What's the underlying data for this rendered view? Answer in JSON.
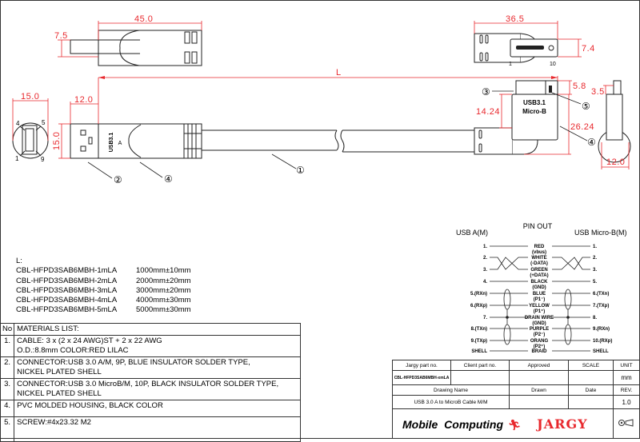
{
  "dimensions": {
    "a_len": "45.0",
    "a_plug_h": "7.5",
    "a_face_w": "15.0",
    "a_plug_len": "12.0",
    "a_h": "15.0",
    "b_len": "36.5",
    "b_plug_h": "7.4",
    "b_tip": "5.8",
    "b_body": "14.24",
    "b_total": "26.24",
    "b_side_tip": "3.5",
    "b_side_w": "12.0",
    "cable_len": "L"
  },
  "face_pins": {
    "p4": "4",
    "p5": "5",
    "p1": "1",
    "p9": "9",
    "mb1": "1",
    "mb10": "10"
  },
  "connector_marks": {
    "a_logo": "USB3.1",
    "a_type": "A",
    "b_logo": "USB3.1",
    "b_type": "Micro-B"
  },
  "balloons": {
    "cable": "①",
    "conn_a": "②",
    "housing_a": "④",
    "conn_b": "③",
    "screw": "⑤",
    "housing_b": "④"
  },
  "lengths": {
    "label": "L:",
    "items": [
      {
        "part": "CBL-HFPD3SAB6MBH-1mLA",
        "length": "1000mm±10mm"
      },
      {
        "part": "CBL-HFPD3SAB6MBH-2mLA",
        "length": "2000mm±20mm"
      },
      {
        "part": "CBL-HFPD3SAB6MBH-3mLA",
        "length": "3000mm±20mm"
      },
      {
        "part": "CBL-HFPD3SAB6MBH-4mLA",
        "length": "4000mm±30mm"
      },
      {
        "part": "CBL-HFPD3SAB6MBH-5mLA",
        "length": "5000mm±30mm"
      }
    ]
  },
  "materials": {
    "no_header": "No",
    "header": "MATERIALS LIST:",
    "items": [
      {
        "no": "1.",
        "line1": "CABLE: 3 x (2 x 24 AWG)ST + 2 x 22 AWG",
        "line2": "O.D.:8.8mm COLOR:RED LILAC"
      },
      {
        "no": "2.",
        "line1": "CONNECTOR:USB 3.0 A/M, 9P, BLUE INSULATOR SOLDER TYPE,",
        "line2": "NICKEL PLATED SHELL"
      },
      {
        "no": "3.",
        "line1": "CONNECTOR:USB 3.0 MicroB/M, 10P, BLACK INSULATOR SOLDER TYPE,",
        "line2": "NICKEL PLATED SHELL"
      },
      {
        "no": "4.",
        "line1": "PVC MOLDED HOUSING, BLACK COLOR",
        "line2": ""
      },
      {
        "no": "5.",
        "line1": "SCREW:#4x23.32 M2",
        "line2": ""
      }
    ]
  },
  "pinout": {
    "title": "PIN OUT",
    "left_title": "USB A(M)",
    "right_title": "USB Micro-B(M)",
    "rows": [
      {
        "left": "1.",
        "wire": "RED",
        "sub": "(vbus)",
        "right": "1."
      },
      {
        "left": "2.",
        "wire": "WHITE",
        "sub": "(-DATA)",
        "right": "2."
      },
      {
        "left": "3.",
        "wire": "GREEN",
        "sub": "(+DATA)",
        "right": "3."
      },
      {
        "left": "4.",
        "wire": "BLACK",
        "sub": "(GND)",
        "right": "5."
      },
      {
        "left": "5.(RXn)",
        "wire": "BLUE",
        "sub": "(P1⁻)",
        "right": "6.(TXn)"
      },
      {
        "left": "6.(RXp)",
        "wire": "YELLOW",
        "sub": "(P1⁺)",
        "right": "7.(TXp)"
      },
      {
        "left": "7.",
        "wire": "DRAIN WIRE",
        "sub": "(GND)",
        "right": "8."
      },
      {
        "left": "8.(TXn)",
        "wire": "PURPLE",
        "sub": "(P2⁻)",
        "right": "9.(RXn)"
      },
      {
        "left": "9.(TXp)",
        "wire": "ORANG",
        "sub": "(P2⁺)",
        "right": "10.(RXp)"
      },
      {
        "left": "SHELL",
        "wire": "BRAID",
        "sub": "",
        "right": "SHELL"
      }
    ]
  },
  "title_block": {
    "jargy_part_label": "Jargy part no.",
    "client_part_label": "Client part no.",
    "approved_label": "Approved",
    "scale_label": "SCALE",
    "unit_label": "UNIT",
    "jargy_part": "CBL-HFPD3SAB6MBH-xmLA",
    "unit": "mm",
    "drawing_name_label": "Drawing Name",
    "drawn_label": "Drawn",
    "date_label": "Date",
    "rev_label": "REV.",
    "drawing_name": "USB 3.0 A to MicroB Cable M/M",
    "rev": "1.0",
    "logo_mobile": "Mobile",
    "logo_computing": "Computing",
    "logo_jargy": "JARGY"
  },
  "colors": {
    "dimension": "#e8282d",
    "outline": "#222222",
    "jargy": "#e8282d"
  }
}
